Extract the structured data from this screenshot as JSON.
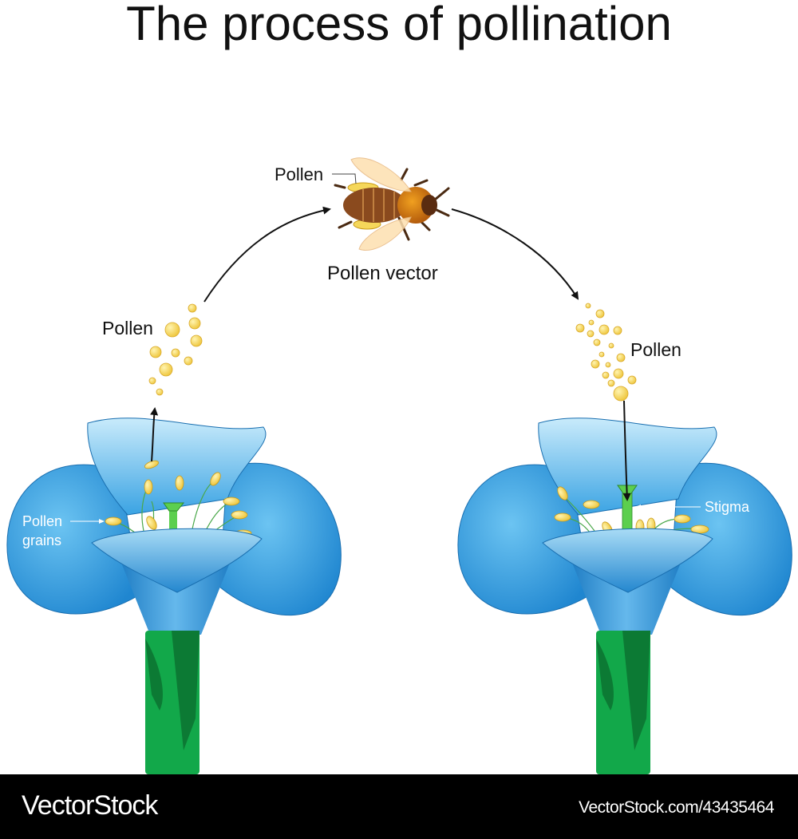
{
  "title": "The process of pollination",
  "labels": {
    "pollen_left": "Pollen",
    "pollen_bee": "Pollen",
    "pollen_vector": "Pollen vector",
    "pollen_right": "Pollen",
    "pollen_grains_line1": "Pollen",
    "pollen_grains_line2": "grains",
    "stigma": "Stigma"
  },
  "footer": {
    "brand": "VectorStock",
    "stock_id": "VectorStock.com/43435464"
  },
  "colors": {
    "petal": "#2e9be0",
    "stem": "#12a84a",
    "pollen": "#f5d75a",
    "bee": "#8a4a1e"
  }
}
